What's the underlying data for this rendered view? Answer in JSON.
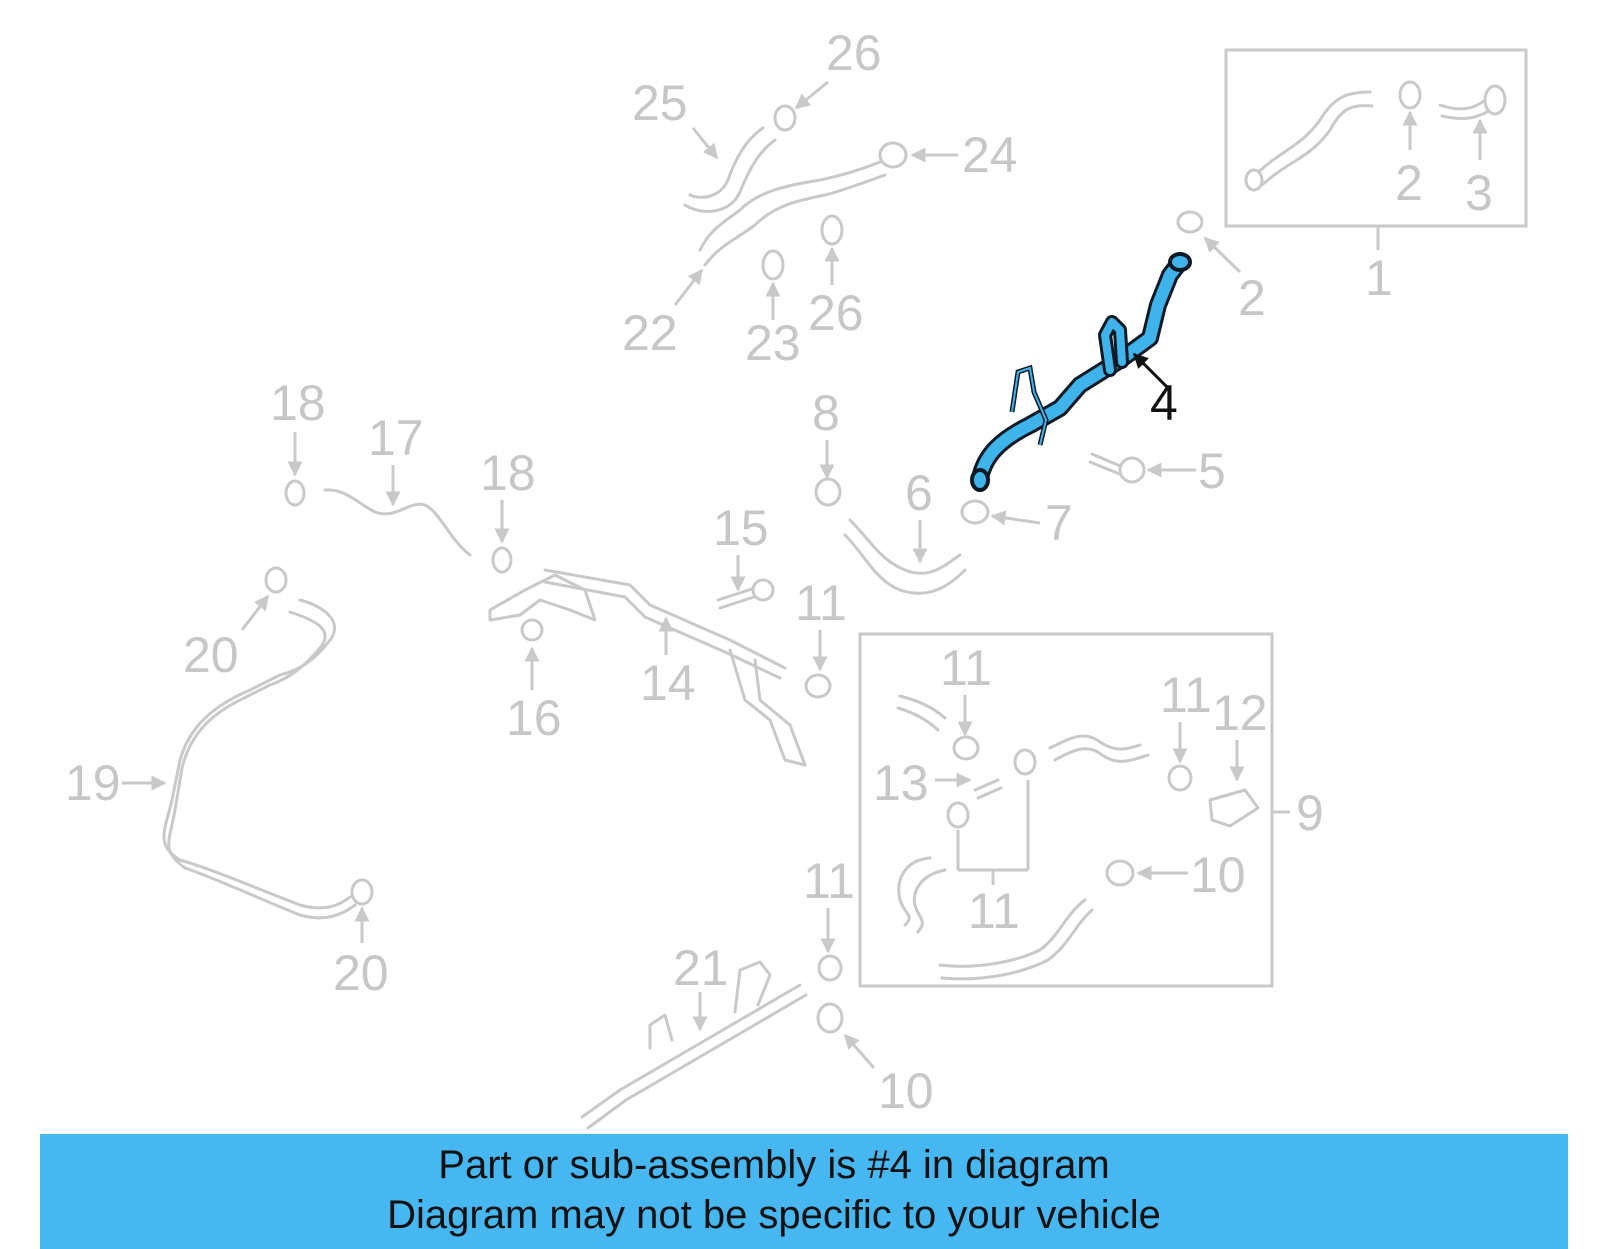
{
  "diagram": {
    "highlight_color": "#3fb4ea",
    "banner_color": "#46b7f0",
    "callouts": {
      "c1": "1",
      "c2a": "2",
      "c2b": "2",
      "c3": "3",
      "c4": "4",
      "c5": "5",
      "c6": "6",
      "c7": "7",
      "c8": "8",
      "c9": "9",
      "c10a": "10",
      "c10b": "10",
      "c11a": "11",
      "c11b": "11",
      "c11c": "11",
      "c11d": "11",
      "c11e": "11",
      "c12": "12",
      "c13": "13",
      "c14": "14",
      "c15": "15",
      "c16": "16",
      "c17": "17",
      "c18a": "18",
      "c18b": "18",
      "c19": "19",
      "c20a": "20",
      "c20b": "20",
      "c21": "21",
      "c22": "22",
      "c23": "23",
      "c24": "24",
      "c25": "25",
      "c26a": "26",
      "c26b": "26"
    }
  },
  "banner": {
    "line1": "Part or sub-assembly is #4 in diagram",
    "line2": "Diagram may not be specific to your vehicle"
  }
}
